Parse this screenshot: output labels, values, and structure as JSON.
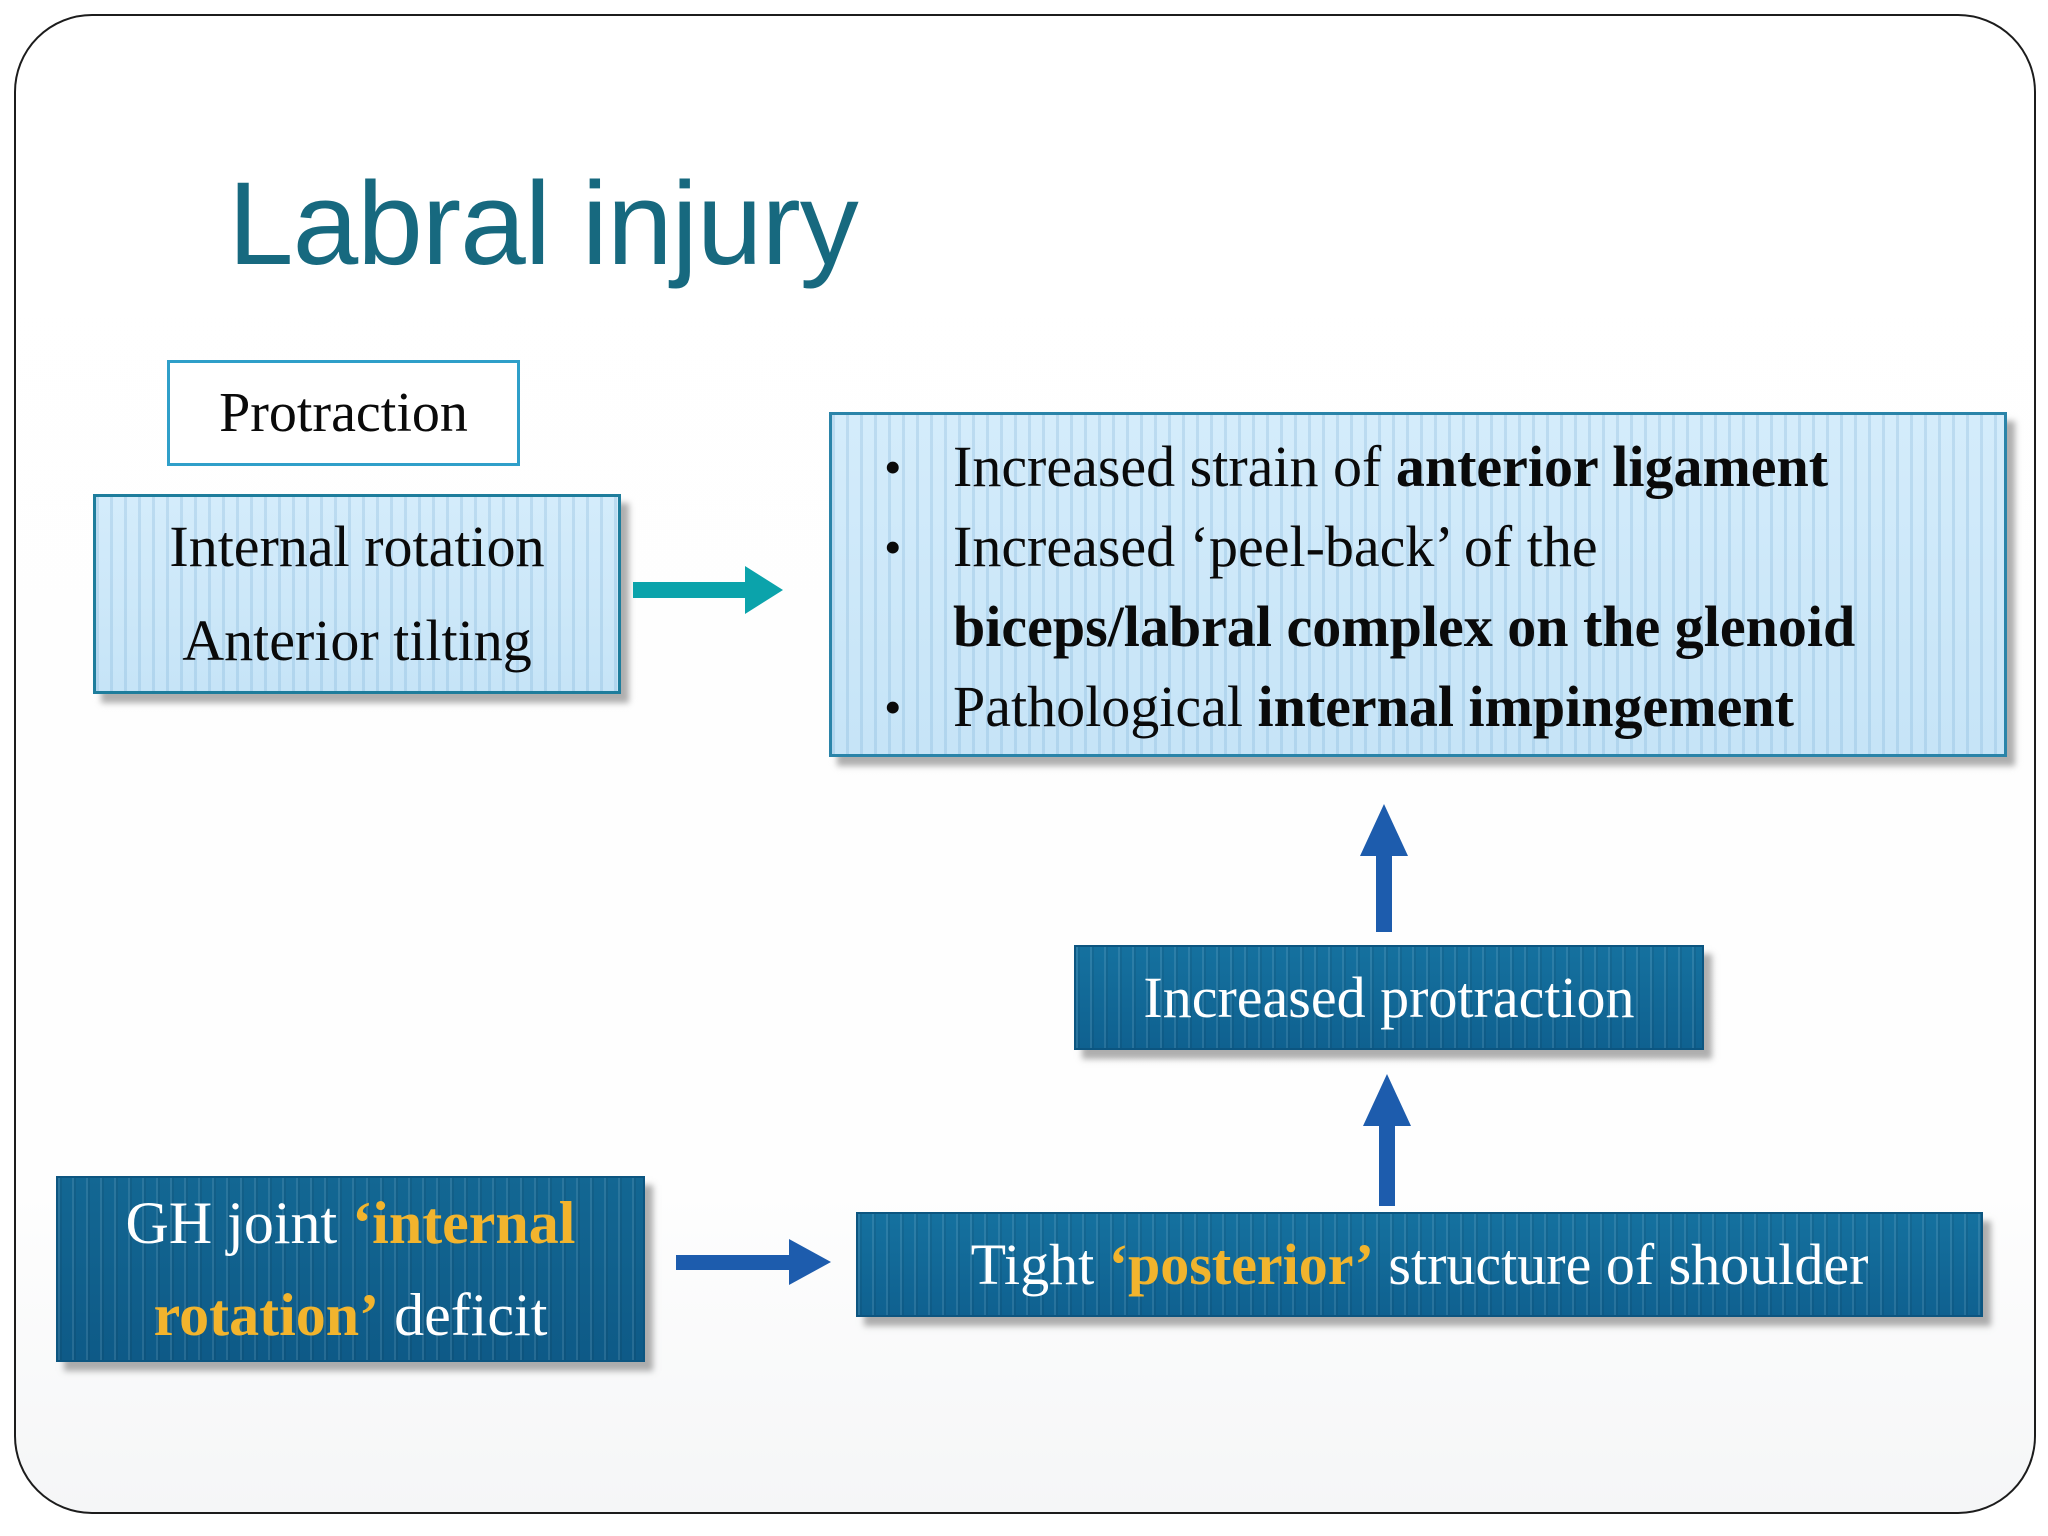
{
  "slide": {
    "title": "Labral injury",
    "bullet_glyph": "•",
    "protraction_label": "Protraction",
    "internal_rotation": {
      "line1": "Internal rotation",
      "line2": "Anterior tilting"
    },
    "outcomes": {
      "b1_normal": "Increased strain of ",
      "b1_bold": "anterior ligament",
      "b2_normal": "Increased ‘peel-back’ of the",
      "b2_bold": "biceps/labral complex on the glenoid",
      "b3_normal": "Pathological ",
      "b3_bold": "internal impingement"
    },
    "increased_protraction_label": "Increased protraction",
    "tight_posterior": {
      "pre": "Tight ",
      "highlight": "‘posterior’",
      "post": " structure of shoulder"
    },
    "gh_joint": {
      "line1_normal": "GH joint ",
      "line1_highlight": "‘internal",
      "line2_highlight": "rotation’",
      "line2_normal": " deficit"
    },
    "colors": {
      "title_teal": "#17697F",
      "light_box_fill": "#CDE9FA",
      "light_box_border": "#2A84A9",
      "dark_box_fill": "#116593",
      "dark_box_fill_darker": "#0F5F8D",
      "highlight_yellow": "#F2B42D",
      "arrow_blue": "#1D5CAD",
      "arrow_teal": "#0BA3AB",
      "body_text_black": "#0A0A0A",
      "box_text_white": "#FFFFFF"
    }
  }
}
